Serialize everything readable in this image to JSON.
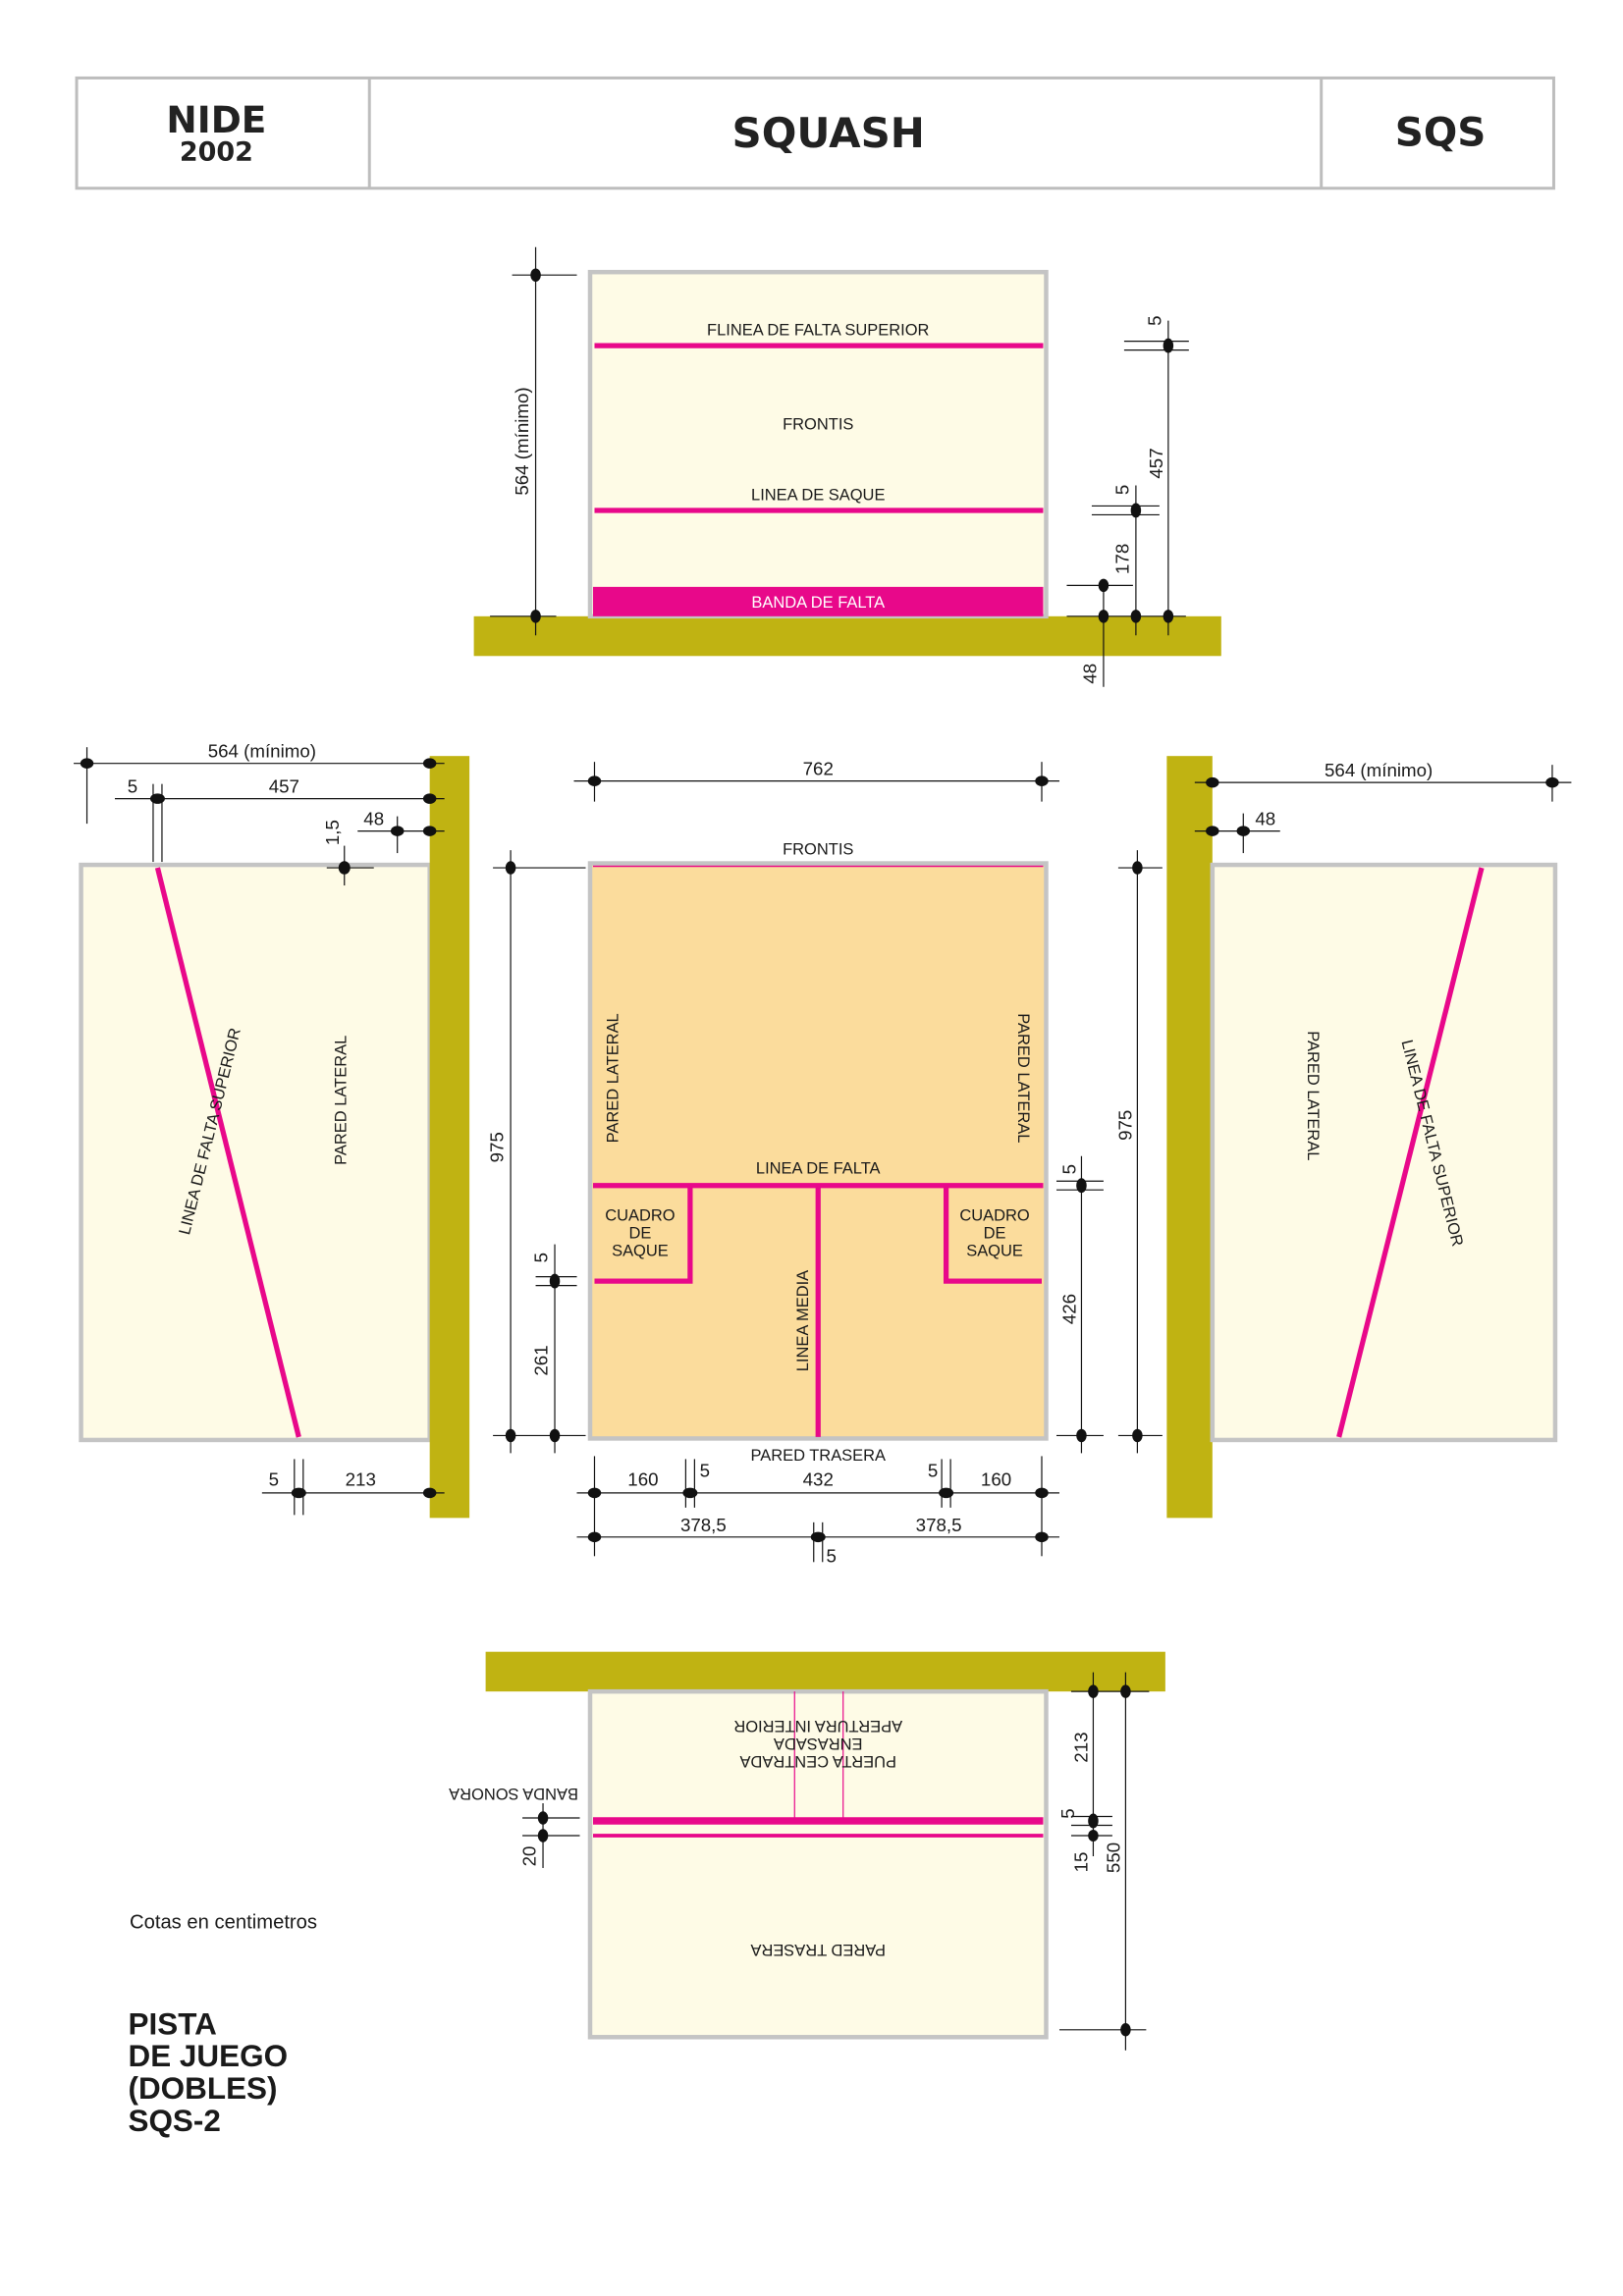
{
  "header": {
    "brand_line1": "NIDE",
    "brand_line2": "2002",
    "title": "SQUASH",
    "code": "SQS"
  },
  "colors": {
    "floor_wall": "#c0b312",
    "lines": "#e8088a",
    "wall": "#fefbe6",
    "court": "#fbdc9c",
    "border": "#c4c4c4"
  },
  "front_wall": {
    "labels": {
      "top_line": "FLINEA DE FALTA SUPERIOR",
      "wall": "FRONTIS",
      "service_line": "LINEA DE SAQUE",
      "tin": "BANDA DE FALTA"
    },
    "dims": {
      "height": "564 (mínimo)",
      "top_line_w": "5",
      "top_line_h": "457",
      "service_w": "5",
      "service_h": "178",
      "tin_h": "48"
    }
  },
  "left_wall": {
    "labels": {
      "line": "LINEA DE FALTA SUPERIOR",
      "wall": "PARED LATERAL"
    },
    "dims": {
      "height": "564 (mínimo)",
      "w5": "5",
      "h457": "457",
      "h48": "48",
      "t15": "1,5",
      "b5": "5",
      "b213": "213"
    }
  },
  "court": {
    "labels": {
      "front": "FRONTIS",
      "side_left": "PARED LATERAL",
      "side_right": "PARED LATERAL",
      "short_line": "LINEA DE FALTA",
      "box_left": [
        "CUADRO",
        "DE",
        "SAQUE"
      ],
      "box_right": [
        "CUADRO",
        "DE",
        "SAQUE"
      ],
      "half_line": "LINEA MEDIA",
      "back": "PARED TRASERA"
    },
    "dims": {
      "width": "762",
      "length": "975",
      "box5": "5",
      "box261": "261",
      "r5": "5",
      "r426": "426",
      "b160a": "160",
      "b5a": "5",
      "b432": "432",
      "b5b": "5",
      "b160b": "160",
      "half_a": "378,5",
      "half_b": "378,5",
      "half5": "5"
    }
  },
  "right_wall": {
    "labels": {
      "line": "LINEA DE FALTA SUPERIOR",
      "wall": "PARED LATERAL"
    },
    "dims": {
      "height": "564 (mínimo)",
      "h48": "48",
      "length": "975"
    }
  },
  "back_wall": {
    "labels": {
      "door_l1": "APERTURA INTERIOR",
      "door_l2": "ENRASADA",
      "door_l3": "PUERTA CENTRADA",
      "band": "BANDA SONORA",
      "wall": "PARED TRASERA"
    },
    "dims": {
      "band20": "20",
      "h213": "213",
      "w5": "5",
      "w15": "15",
      "h550": "550"
    }
  },
  "footer": {
    "note": "Cotas en centimetros",
    "title_lines": [
      "PISTA",
      "DE JUEGO",
      "(DOBLES)",
      "SQS-2"
    ]
  }
}
